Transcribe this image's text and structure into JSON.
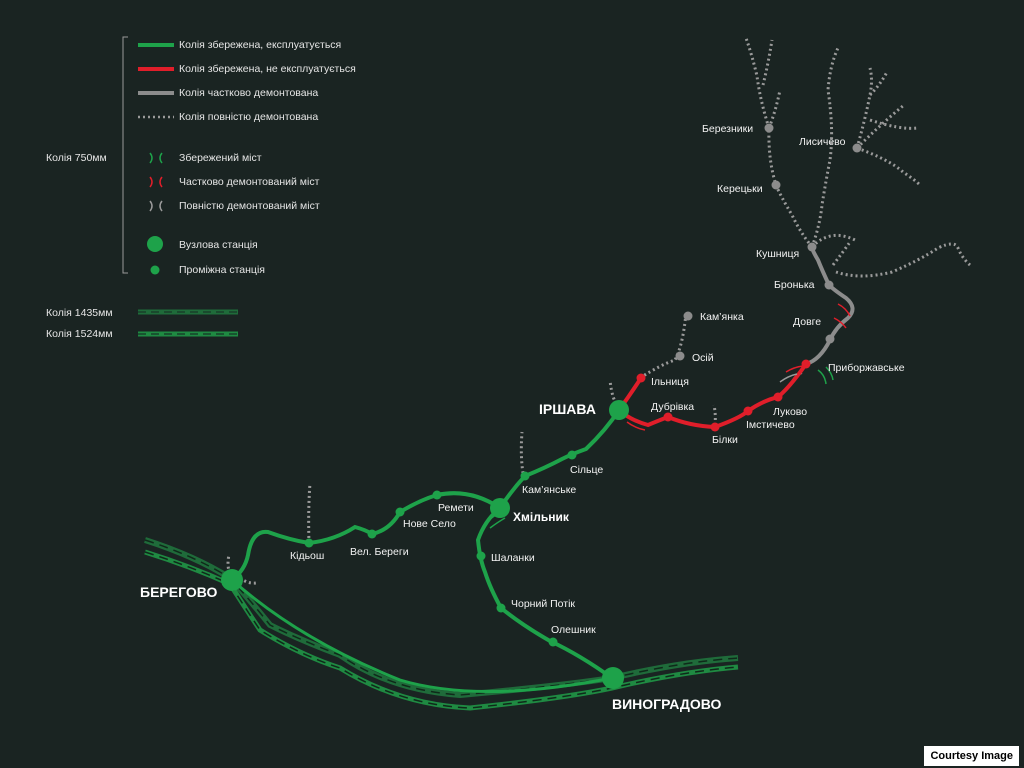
{
  "colors": {
    "background": "#1a2422",
    "operating": "#1ea24a",
    "not_operating": "#e01e2a",
    "partial": "#8c8c8c",
    "dismantled": "#9a9a9a",
    "wide_gauge": "#1f6b3a"
  },
  "legend": {
    "gauge_750_label": "Колія 750мм",
    "line_operating": "Колія збережена, експлуатується",
    "line_not_operating": "Колія збережена, не експлуатується",
    "line_partial": "Колія частково демонтована",
    "line_dismantled": "Колія повністю демонтована",
    "bridge_preserved": "Збережений міст",
    "bridge_partial": "Частково демонтований міст",
    "bridge_dismantled": "Повністю демонтований міст",
    "junction_station": "Вузлова станція",
    "intermediate_station": "Проміжна станція",
    "gauge_1435": "Колія 1435мм",
    "gauge_1524": "Колія 1524мм"
  },
  "stations": {
    "berehove": "БЕРЕГОВО",
    "vynohradovo": "ВИНОГРАДОВО",
    "irshava": "ІРШАВА",
    "khmilnyk": "Хмільник",
    "kidosh": "Кідьош",
    "vel_berehy": "Вел. Береги",
    "nove_selo": "Нове Село",
    "remety": "Ремети",
    "kamianske": "Кам’янське",
    "siltse": "Сільце",
    "shalanky": "Шаланки",
    "chornyi_potik": "Чорний Потік",
    "oleshnyk": "Олешник",
    "ilnytsia": "Ільниця",
    "osii": "Осій",
    "kamianka": "Кам’янка",
    "dubrivka": "Дубрівка",
    "bilky": "Білки",
    "imstychevo": "Імстичево",
    "lukovo": "Луково",
    "pryborzhavske": "Приборжавське",
    "dovhe": "Довге",
    "bronka": "Бронька",
    "kushnytsia": "Кушниця",
    "keretsky": "Керецьки",
    "bereznyky": "Березники",
    "lysychevo": "Лисичево"
  },
  "courtesy": "Courtesy Image"
}
